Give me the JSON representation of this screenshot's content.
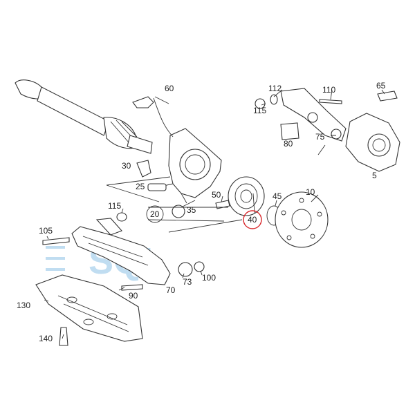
{
  "diagram": {
    "highlight_color": "#d8262a",
    "line_color": "#333333",
    "watermark_text": "SQL",
    "watermark_color": "#8ec3e6",
    "labels": {
      "p60": "60",
      "p112": "112",
      "p110": "110",
      "p65": "65",
      "p115a": "115",
      "p80": "80",
      "p75": "75",
      "p5": "5",
      "p30": "30",
      "p25": "25",
      "p50": "50",
      "p45": "45",
      "p10": "10",
      "p20": "20",
      "p35": "35",
      "p40": "40",
      "p115b": "115",
      "p105": "105",
      "p73": "73",
      "p100": "100",
      "p70": "70",
      "p90": "90",
      "p130": "130",
      "p140": "140"
    }
  }
}
